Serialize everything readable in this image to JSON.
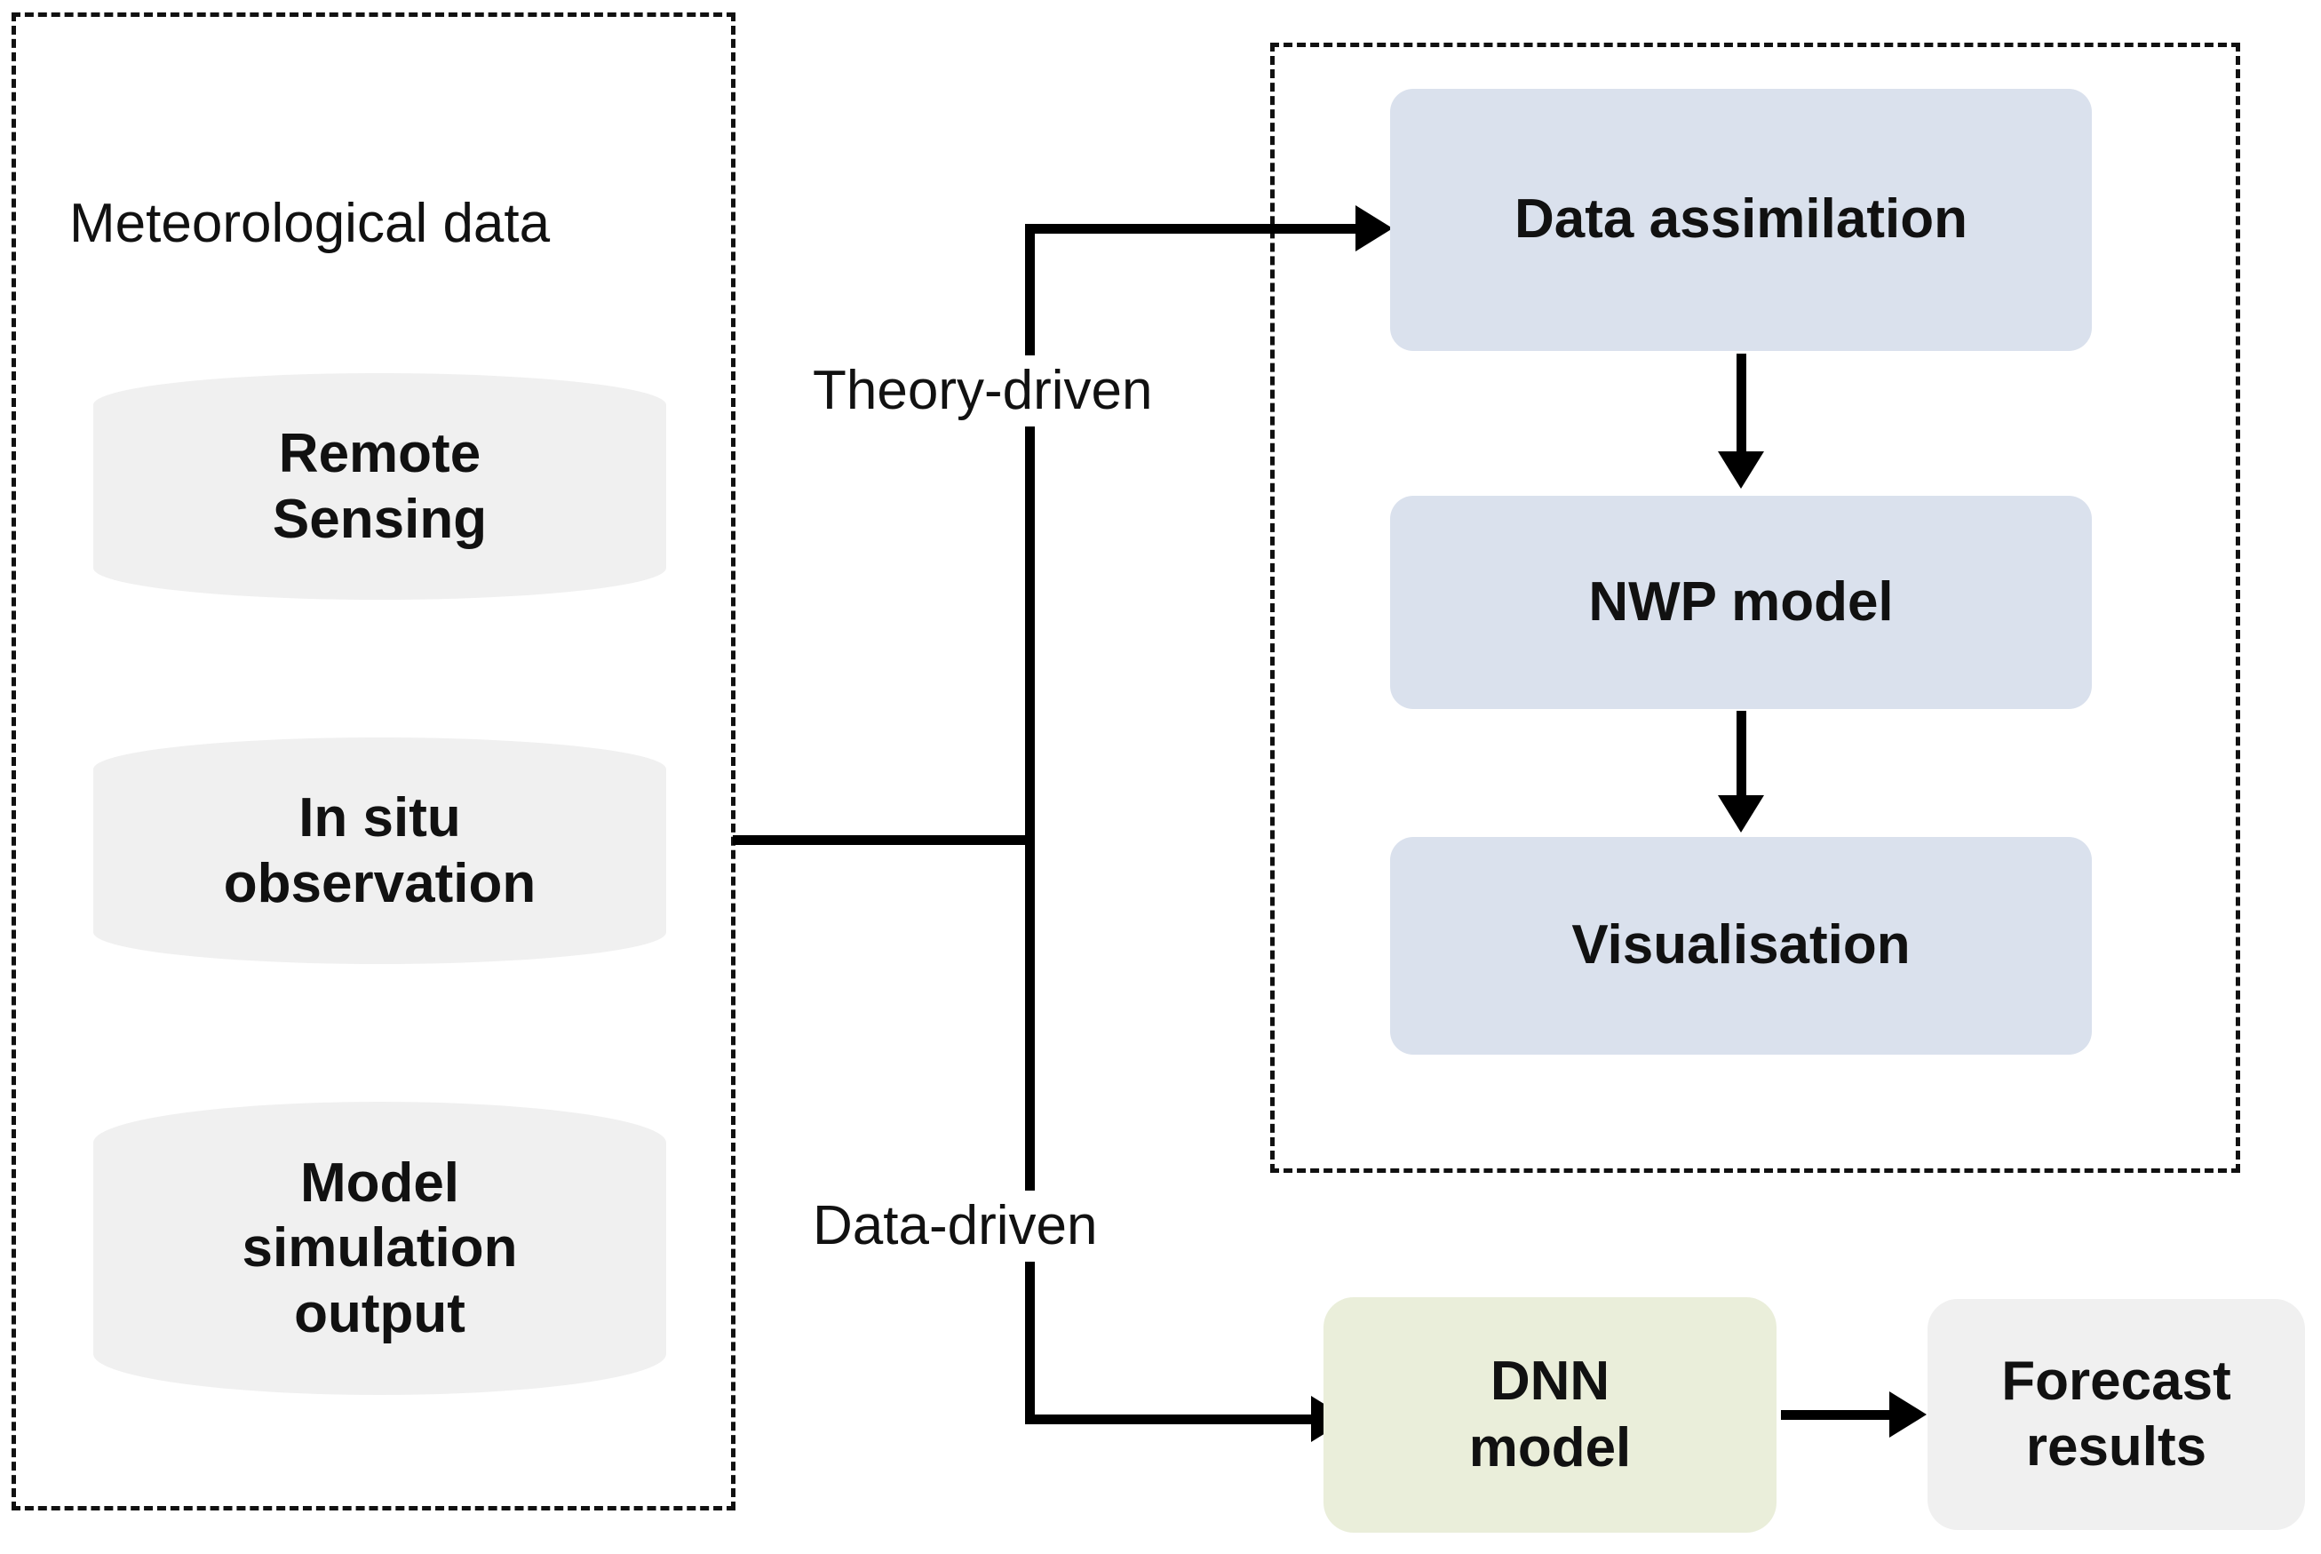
{
  "diagram": {
    "title_left_group": "Meteorological data",
    "branches": {
      "theory": "Theory-driven",
      "data": "Data-driven"
    },
    "sources": [
      {
        "label": "Remote\nSensing",
        "line1": "Remote",
        "line2": "Sensing"
      },
      {
        "label": "In situ\nobservation",
        "line1": "In situ",
        "line2": "observation"
      },
      {
        "label": "Model\nsimulation\noutput",
        "line1": "Model",
        "line2": "simulation",
        "line3": "output"
      }
    ],
    "theory_pipeline": [
      {
        "label": "Data assimilation"
      },
      {
        "label": "NWP model"
      },
      {
        "label": "Visualisation"
      }
    ],
    "data_pipeline": [
      {
        "label": "DNN\nmodel",
        "line1": "DNN",
        "line2": "model"
      },
      {
        "label": "Forecast\nresults",
        "line1": "Forecast",
        "line2": "results"
      }
    ],
    "colors": {
      "source_fill": "#f0f0f0",
      "theory_fill": "#dae1ed",
      "dnn_fill": "#eaeeda",
      "forecast_fill": "#f0f0f0",
      "connector": "#000000",
      "group_border": "#111111",
      "background": "#ffffff"
    }
  }
}
